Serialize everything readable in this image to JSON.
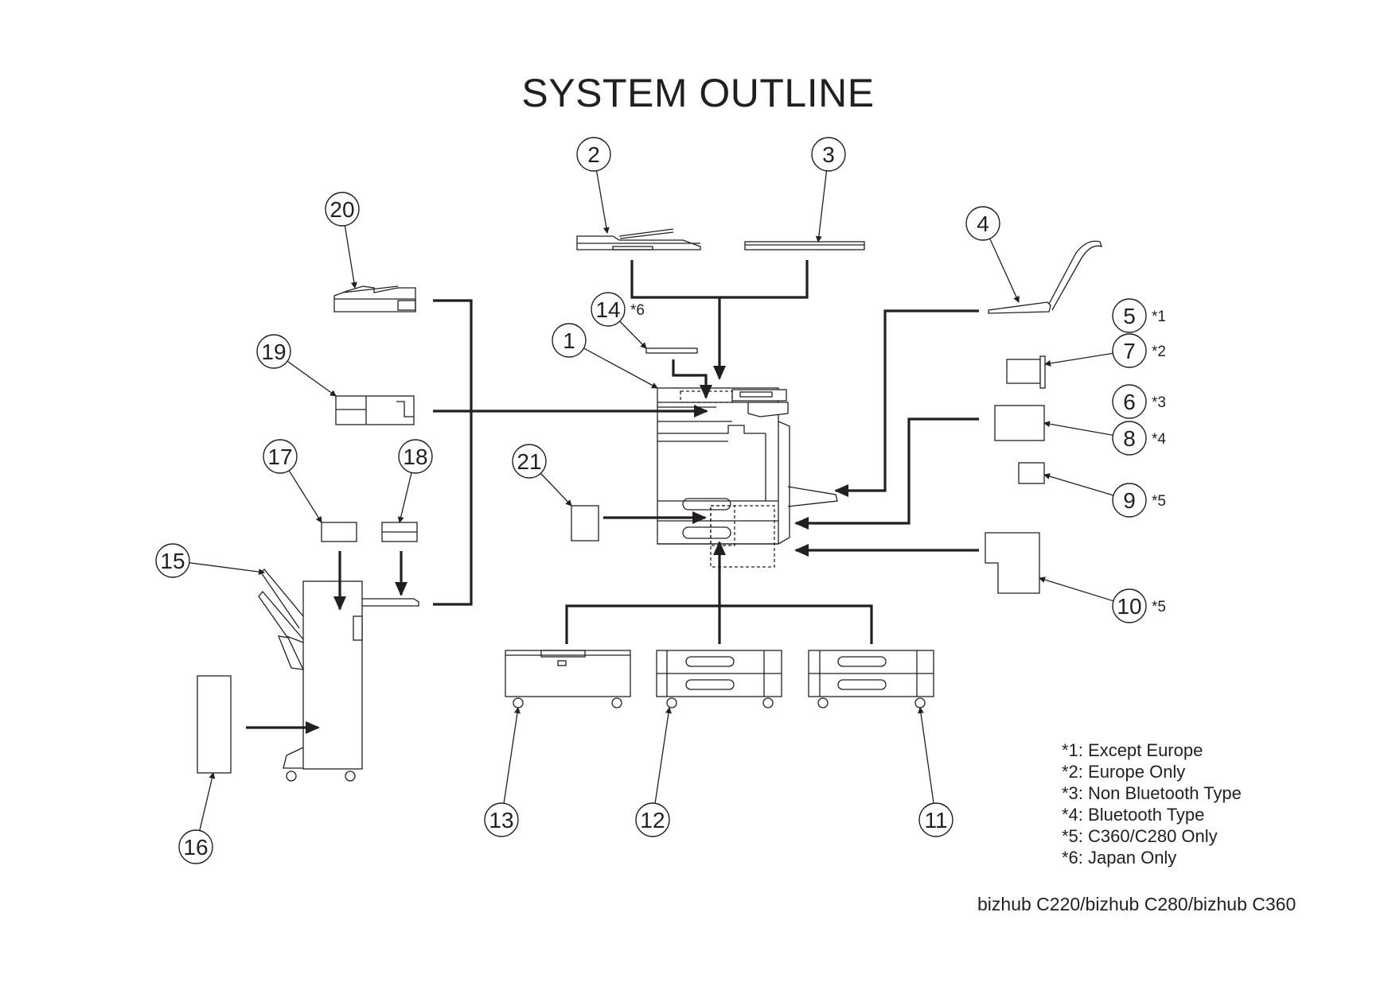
{
  "title": "SYSTEM OUTLINE",
  "model_line": "bizhub C220/bizhub C280/bizhub C360",
  "notes": [
    "*1: Except Europe",
    "*2: Europe Only",
    "*3: Non Bluetooth Type",
    "*4: Bluetooth Type",
    "*5: C360/C280 Only",
    "*6: Japan Only"
  ],
  "callouts": [
    {
      "label": "1"
    },
    {
      "label": "2"
    },
    {
      "label": "3"
    },
    {
      "label": "4"
    },
    {
      "label": "5",
      "note": "*1"
    },
    {
      "label": "6",
      "note": "*3"
    },
    {
      "label": "7",
      "note": "*2"
    },
    {
      "label": "8",
      "note": "*4"
    },
    {
      "label": "9",
      "note": "*5"
    },
    {
      "label": "10",
      "note": "*5"
    },
    {
      "label": "11"
    },
    {
      "label": "12"
    },
    {
      "label": "13"
    },
    {
      "label": "14",
      "note": "*6"
    },
    {
      "label": "15"
    },
    {
      "label": "16"
    },
    {
      "label": "17"
    },
    {
      "label": "18"
    },
    {
      "label": "19"
    },
    {
      "label": "20"
    },
    {
      "label": "21"
    }
  ]
}
